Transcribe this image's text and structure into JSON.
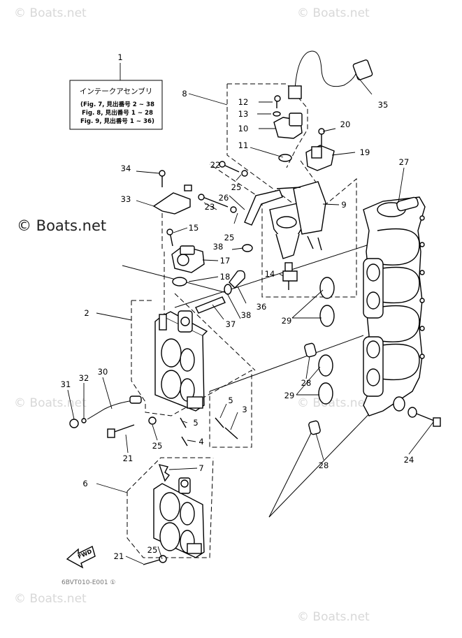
{
  "watermark": "© Boats.net",
  "watermark_mid": "© Boats.net",
  "assembly_box": {
    "title": "インテークアセンブリ",
    "lines": [
      "(Fig. 7, 見出番号 2 ~ 38",
      "Fig. 8, 見出番号 1 ~ 28",
      "Fig. 9, 見出番号 1 ~ 36)"
    ]
  },
  "fwd_label": "FWD",
  "diagram_code": "6BVT010-E001 ①",
  "callouts": [
    {
      "id": "c1",
      "text": "1"
    },
    {
      "id": "c2",
      "text": "2"
    },
    {
      "id": "c3",
      "text": "3"
    },
    {
      "id": "c4",
      "text": "4"
    },
    {
      "id": "c5a",
      "text": "5"
    },
    {
      "id": "c5b",
      "text": "5"
    },
    {
      "id": "c6",
      "text": "6"
    },
    {
      "id": "c7a",
      "text": "7"
    },
    {
      "id": "c8",
      "text": "8"
    },
    {
      "id": "c9",
      "text": "9"
    },
    {
      "id": "c10",
      "text": "10"
    },
    {
      "id": "c11",
      "text": "11"
    },
    {
      "id": "c12",
      "text": "12"
    },
    {
      "id": "c13",
      "text": "13"
    },
    {
      "id": "c14",
      "text": "14"
    },
    {
      "id": "c15",
      "text": "15"
    },
    {
      "id": "c17",
      "text": "17"
    },
    {
      "id": "c18",
      "text": "18"
    },
    {
      "id": "c19",
      "text": "19"
    },
    {
      "id": "c20",
      "text": "20"
    },
    {
      "id": "c21a",
      "text": "21"
    },
    {
      "id": "c21b",
      "text": "21"
    },
    {
      "id": "c22",
      "text": "22"
    },
    {
      "id": "c23",
      "text": "23"
    },
    {
      "id": "c24",
      "text": "24"
    },
    {
      "id": "c25a",
      "text": "25"
    },
    {
      "id": "c25b",
      "text": "25"
    },
    {
      "id": "c25c",
      "text": "25"
    },
    {
      "id": "c25d",
      "text": "25"
    },
    {
      "id": "c26",
      "text": "26"
    },
    {
      "id": "c27",
      "text": "27"
    },
    {
      "id": "c28a",
      "text": "28"
    },
    {
      "id": "c28b",
      "text": "28"
    },
    {
      "id": "c29a",
      "text": "29"
    },
    {
      "id": "c29b",
      "text": "29"
    },
    {
      "id": "c30",
      "text": "30"
    },
    {
      "id": "c31",
      "text": "31"
    },
    {
      "id": "c32",
      "text": "32"
    },
    {
      "id": "c33",
      "text": "33"
    },
    {
      "id": "c34",
      "text": "34"
    },
    {
      "id": "c35",
      "text": "35"
    },
    {
      "id": "c36",
      "text": "36"
    },
    {
      "id": "c37",
      "text": "37"
    },
    {
      "id": "c38a",
      "text": "38"
    },
    {
      "id": "c38b",
      "text": "38"
    }
  ]
}
